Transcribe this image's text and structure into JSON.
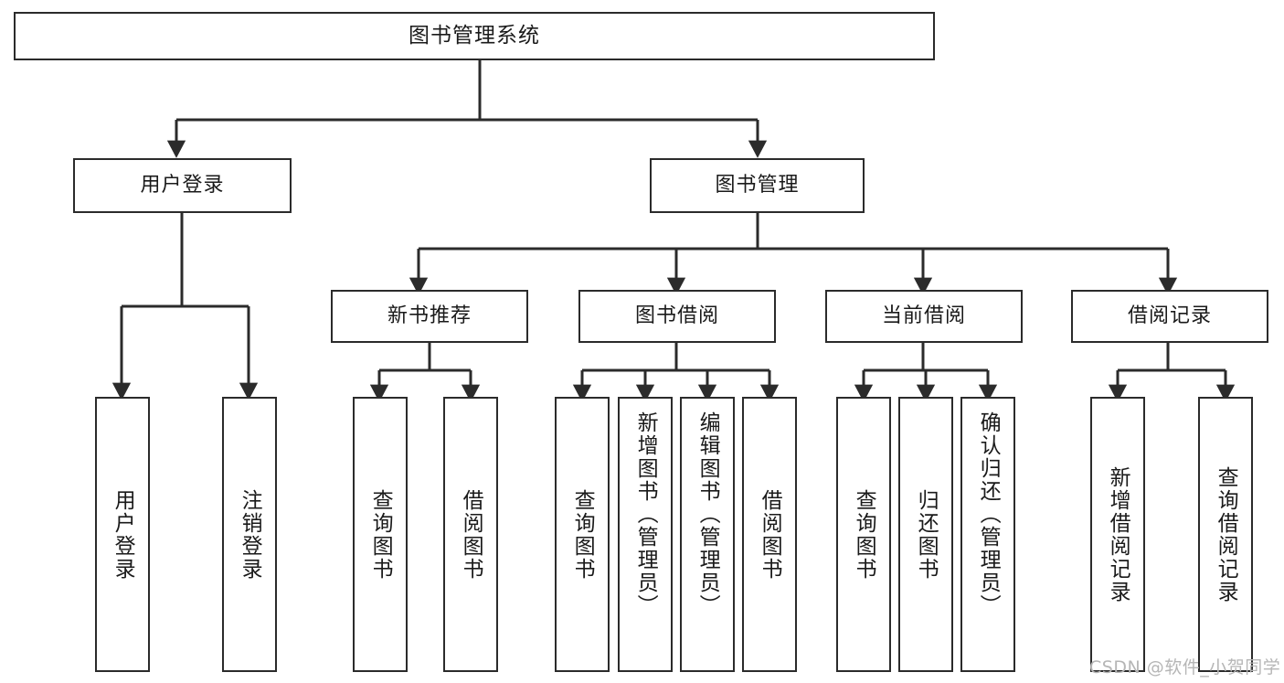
{
  "diagram": {
    "title": "图书管理系统",
    "type": "functional-structure-tree",
    "colors": {
      "node_border": "#2b2b2b",
      "node_fill": "#ffffff",
      "connector": "#2b2b2b",
      "watermark": "#b6b6b6",
      "background": "#ffffff"
    },
    "root": {
      "label": "图书管理系统"
    },
    "level2": [
      {
        "id": "user-login",
        "label": "用户登录"
      },
      {
        "id": "book-management",
        "label": "图书管理"
      }
    ],
    "level3": [
      {
        "id": "new-book-recommend",
        "label": "新书推荐"
      },
      {
        "id": "book-borrow",
        "label": "图书借阅"
      },
      {
        "id": "current-borrow",
        "label": "当前借阅"
      },
      {
        "id": "borrow-record",
        "label": "借阅记录"
      }
    ],
    "leaves": {
      "user_login": [
        {
          "id": "leaf-user-login",
          "label": "用户登录"
        },
        {
          "id": "leaf-logout-login",
          "label": "注销登录"
        }
      ],
      "new_book_recommend": [
        {
          "id": "leaf-query-book-1",
          "label": "查询图书"
        },
        {
          "id": "leaf-borrow-book-1",
          "label": "借阅图书"
        }
      ],
      "book_borrow": [
        {
          "id": "leaf-query-book-2",
          "label": "查询图书"
        },
        {
          "id": "leaf-add-book",
          "label": "新增图书（管理员）"
        },
        {
          "id": "leaf-edit-book",
          "label": "编辑图书（管理员）"
        },
        {
          "id": "leaf-borrow-book-2",
          "label": "借阅图书"
        }
      ],
      "current_borrow": [
        {
          "id": "leaf-query-book-3",
          "label": "查询图书"
        },
        {
          "id": "leaf-return-book",
          "label": "归还图书"
        },
        {
          "id": "leaf-confirm-return",
          "label": "确认归还（管理员）"
        }
      ],
      "borrow_record": [
        {
          "id": "leaf-add-record",
          "label": "新增借阅记录"
        },
        {
          "id": "leaf-query-record",
          "label": "查询借阅记录"
        }
      ]
    },
    "watermark": "CSDN @软件_小贺同学"
  }
}
